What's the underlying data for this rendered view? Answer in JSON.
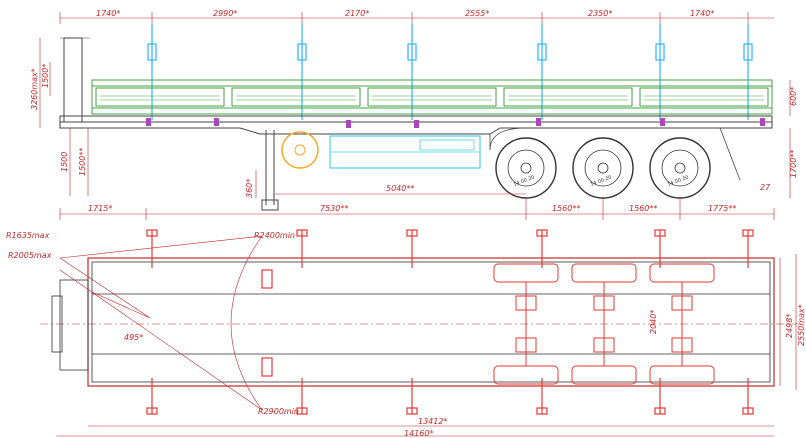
{
  "side_view": {
    "top_dims": [
      "1740*",
      "2990*",
      "2170*",
      "2555*",
      "2350*",
      "1740*"
    ],
    "left_dims": [
      "1500*",
      "3260max*",
      "1500",
      "1500**"
    ],
    "right_dims": [
      "600*",
      "1700**"
    ],
    "kingpin_dim": "360*",
    "axle_gap_dim": "5040**",
    "angle_label": "27",
    "wheel_label": "14 00 20",
    "bottom_dims": [
      "1715*",
      "7530**",
      "1560**",
      "1560**",
      "1775**"
    ]
  },
  "plan_view": {
    "radius_labels": [
      "R1635max",
      "R2005max",
      "R2400min",
      "R2900min"
    ],
    "offset_dim": "495*",
    "track_dim": "2040*",
    "width_dims": [
      "2498*",
      "2550max*"
    ],
    "length_dims": [
      "13412*",
      "14160*"
    ]
  }
}
